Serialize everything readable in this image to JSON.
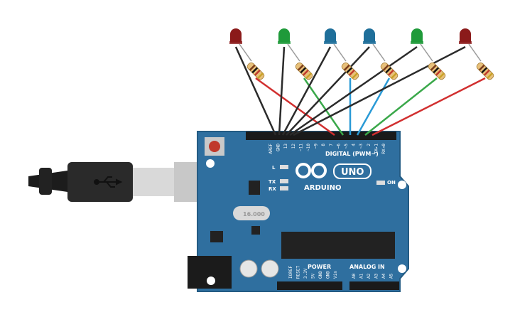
{
  "board": {
    "model": "UNO",
    "brand": "ARDUINO",
    "crystal_label": "16.000",
    "on_label": "ON",
    "led_labels": {
      "l": "L",
      "tx": "TX",
      "rx": "RX"
    },
    "digital_header": {
      "title": "DIGITAL (PWM~)",
      "pins": [
        "AREF",
        "GND",
        "13",
        "12",
        "~11",
        "~10",
        "~9",
        "8",
        "7",
        "~6",
        "~5",
        "4",
        "~3",
        "2",
        "TX▸1",
        "RX◂0"
      ]
    },
    "power_header": {
      "title": "POWER",
      "pins": [
        "IOREF",
        "RESET",
        "3.3V",
        "5V",
        "GND",
        "GND",
        "Vin"
      ]
    },
    "analog_header": {
      "title": "ANALOG IN",
      "pins": [
        "A0",
        "A1",
        "A2",
        "A3",
        "A4",
        "A5"
      ]
    }
  },
  "colors": {
    "board": "#2f6f9f",
    "board_dark": "#1f4f74",
    "led_red": "#8b1a1a",
    "led_green": "#1f9a3a",
    "led_blue": "#1f6f9a",
    "wire_red": "#d12f2f",
    "wire_green": "#3aa84a",
    "wire_blue": "#2a9ad6",
    "wire_black": "#2b2b2b"
  },
  "components": {
    "leds": [
      "red",
      "green",
      "blue",
      "blue",
      "green",
      "red"
    ],
    "resistor_count": 6,
    "usb_icon": "usb-icon"
  }
}
